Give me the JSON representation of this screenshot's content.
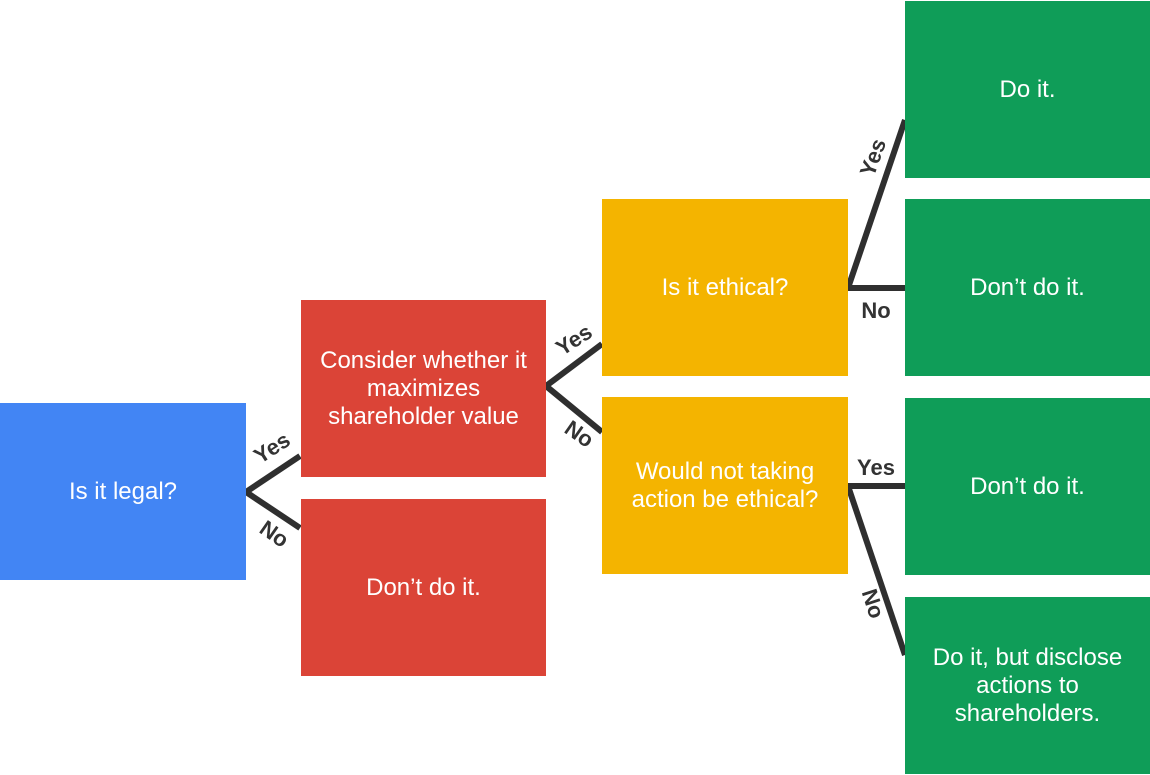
{
  "nodes": {
    "legal": "Is it legal?",
    "shareholder": "Consider whether it maximizes shareholder value",
    "dont1": "Don’t do it.",
    "ethical": "Is it ethical?",
    "not_taking": "Would not taking action be ethical?",
    "do1": "Do it.",
    "dont2": "Don’t do it.",
    "dont3": "Don’t do it.",
    "disclose": "Do it, but disclose actions to shareholders."
  },
  "edges": {
    "yes": "Yes",
    "no": "No"
  },
  "colors": {
    "blue": "#4285f4",
    "red": "#db4437",
    "yellow": "#f4b400",
    "green": "#0f9d58",
    "connector": "#2f2f2f"
  }
}
